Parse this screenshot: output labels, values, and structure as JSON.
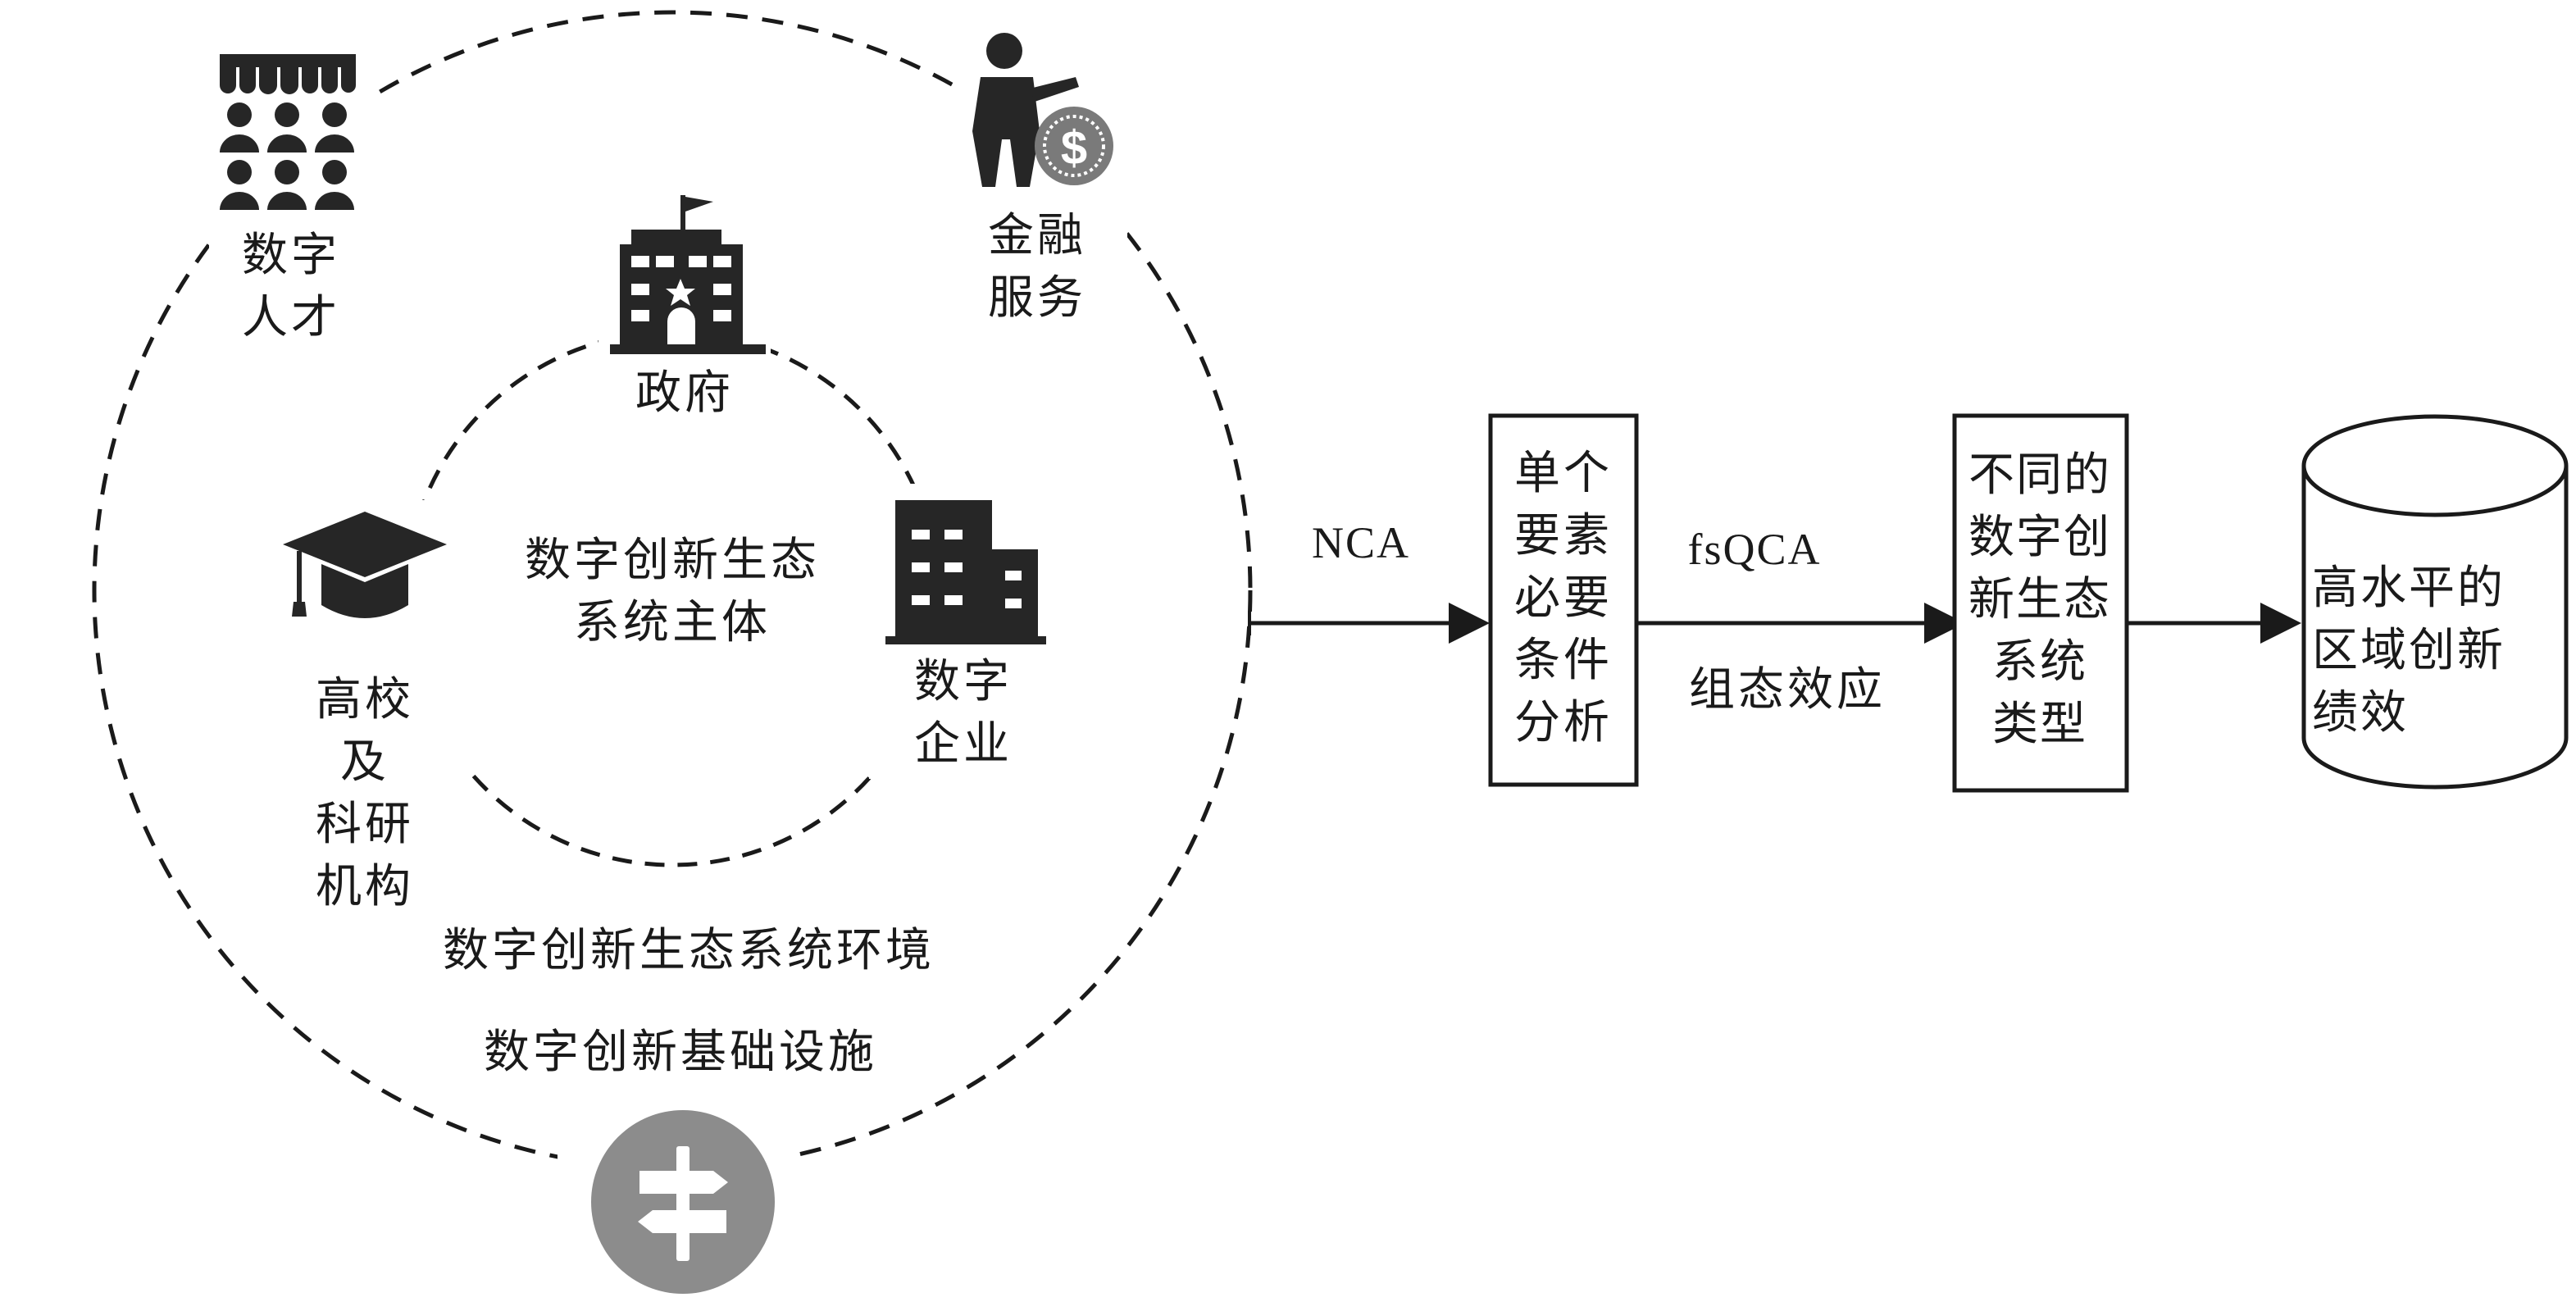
{
  "actors": {
    "digital_talent": [
      "数字",
      "人才"
    ],
    "financial_services": [
      "金融",
      "服务"
    ],
    "government": "政府",
    "digital_enterprise": [
      "数字",
      "企业"
    ],
    "universities": [
      "高校",
      "及",
      "科研",
      "机构"
    ]
  },
  "inner_circle": {
    "label": [
      "数字创新生态",
      "系统主体"
    ]
  },
  "outer_circle": {
    "environment_label": "数字创新生态系统环境",
    "infrastructure_label": "数字创新基础设施"
  },
  "flow": {
    "arrow1_label": "NCA",
    "box1": [
      "单个",
      "要素",
      "必要",
      "条件",
      "分析"
    ],
    "arrow2_label_top": "fsQCA",
    "arrow2_label_bottom": "组态效应",
    "box2": [
      "不同的",
      "数字创",
      "新生态",
      "系统",
      "类型"
    ],
    "cylinder": [
      "高水平的",
      "区域创新",
      "绩效"
    ]
  },
  "colors": {
    "stroke": "#1a1a1a",
    "icon_dark": "#262626",
    "icon_gray": "#8c8c8c"
  },
  "icons": [
    "people-group-icon",
    "businessman-dollar-icon",
    "government-building-icon",
    "company-building-icon",
    "graduation-cap-icon",
    "signpost-icon"
  ]
}
